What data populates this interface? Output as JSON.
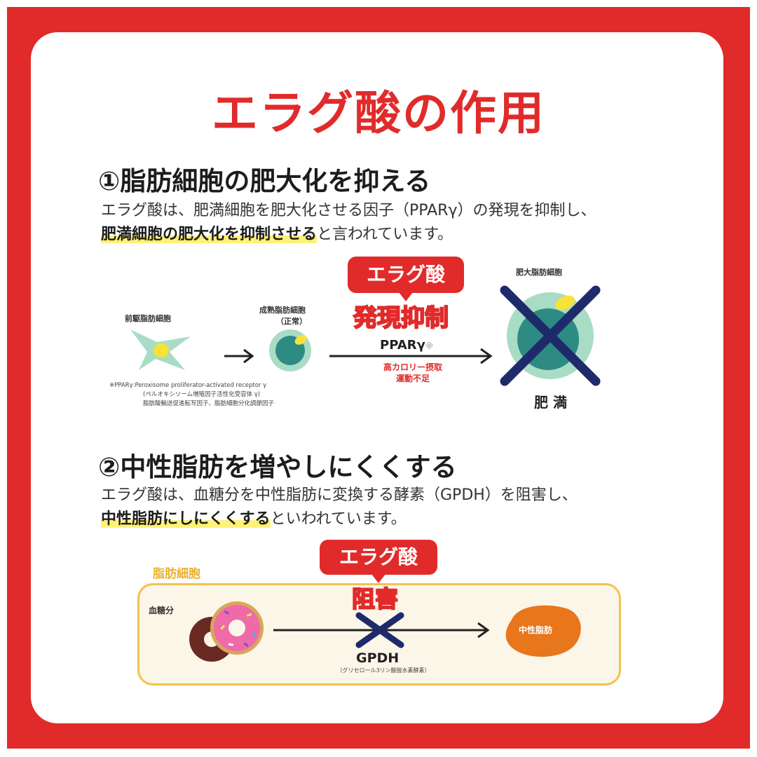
{
  "title": "エラグ酸の作用",
  "section1": {
    "heading": "①脂肪細胞の肥大化を抑える",
    "line1": "エラグ酸は、肥満細胞を肥大化させる因子（PPARγ）の発現を抑制し、",
    "highlight": "肥満細胞の肥大化を抑制させる",
    "line2_rest": "と言われています。",
    "diagram": {
      "cell1_label": "前駆脂肪細胞",
      "cell2_label": "成熟脂肪細胞",
      "cell2_sub": "（正常）",
      "cell3_label": "肥大脂肪細胞",
      "tag": "エラグ酸",
      "action": "発現抑制",
      "factor": "PPARγ",
      "factor_mark": "※",
      "cause1": "高カロリー摂取",
      "cause2": "運動不足",
      "result": "肥 満",
      "note1": "※PPARγ:Peroxisome proliferator-activated receptor γ",
      "note2": "(ペルオキシソーム増殖因子活性化受容体 γ)",
      "note3": "脂肪酸輸送促進転写因子、脂肪細胞分化調節因子"
    }
  },
  "section2": {
    "heading": "②中性脂肪を増やしにくくする",
    "line1": "エラグ酸は、血糖分を中性脂肪に変換する酵素（GPDH）を阻害し、",
    "highlight": "中性脂肪にしにくくする",
    "line2_rest": "といわれています。",
    "diagram": {
      "box_label": "脂肪細胞",
      "input": "血糖分",
      "tag": "エラグ酸",
      "action": "阻害",
      "enzyme": "GPDH",
      "enzyme_sub": "（グリセロール3リン酸脱水素酵素）",
      "output": "中性脂肪"
    }
  },
  "colors": {
    "red": "#e12b2b",
    "navy": "#1f2a6b",
    "teal": "#2e8b83",
    "light_green": "#a9dcc4",
    "yellow": "#f7e23a",
    "orange": "#e8761c",
    "highlight": "#fff176"
  }
}
